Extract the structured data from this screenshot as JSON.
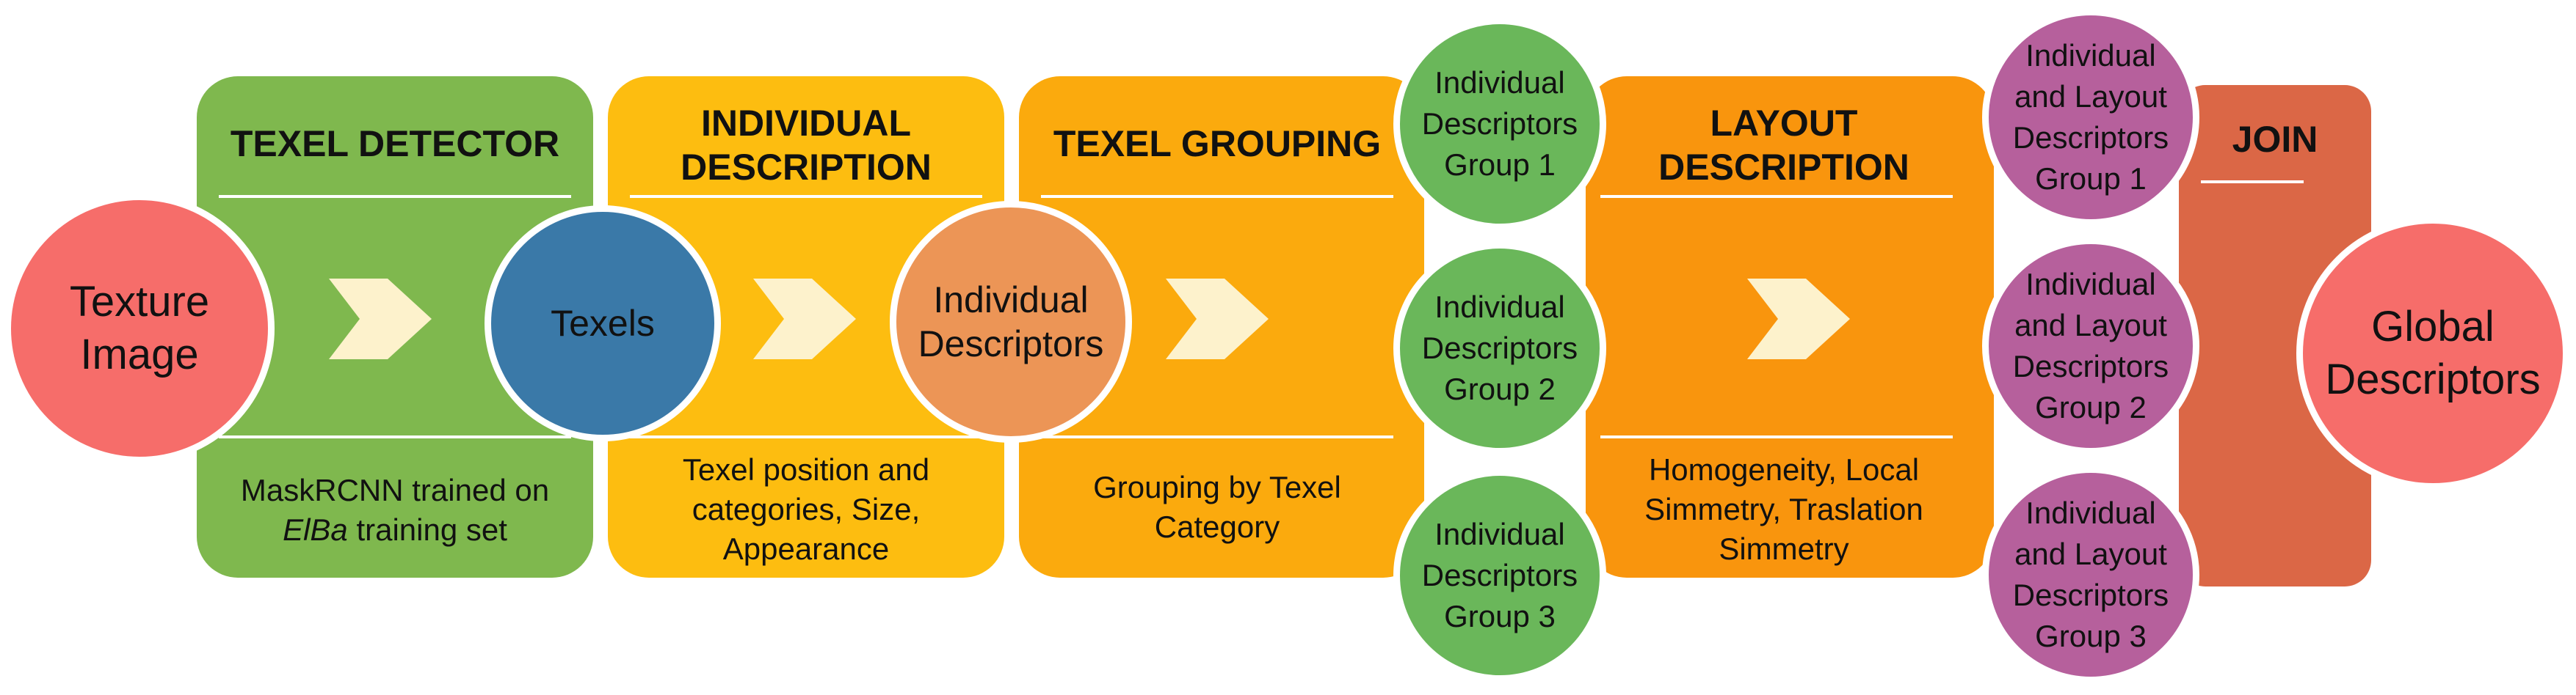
{
  "colors": {
    "texel_detector": "#7fb84e",
    "individual_description": "#fdbd10",
    "texel_grouping": "#fbaa0d",
    "layout_description": "#f9950d",
    "join": "#db6746",
    "texture_image": "#f66d6a",
    "texels": "#3a79a8",
    "individual_descriptors": "#ec9556",
    "group_green": "#6ab75a",
    "group_purple": "#b6609c",
    "global_descriptors": "#f66d6a",
    "arrow": "#fdf2cc"
  },
  "icons": {
    "arrow": "chevron-arrow-icon"
  },
  "stages": {
    "texel_detector": {
      "title": "TEXEL DETECTOR",
      "desc_line1": "MaskRCNN trained on",
      "desc_italic": "ElBa",
      "desc_line2_rest": " training set"
    },
    "individual_description": {
      "title": "INDIVIDUAL\nDESCRIPTION",
      "desc": "Texel position and\ncategories, Size,\nAppearance"
    },
    "texel_grouping": {
      "title": "TEXEL GROUPING",
      "desc": "Grouping by Texel\nCategory"
    },
    "layout_description": {
      "title": "LAYOUT\nDESCRIPTION",
      "desc": "Homogeneity, Local\nSimmetry, Traslation\nSimmetry"
    },
    "join": {
      "title": "JOIN"
    }
  },
  "nodes": {
    "texture_image": "Texture\nImage",
    "texels": "Texels",
    "individual_descriptors": "Individual\nDescriptors",
    "group1": "Individual\nDescriptors\nGroup 1",
    "group2": "Individual\nDescriptors\nGroup 2",
    "group3": "Individual\nDescriptors\nGroup 3",
    "layout_group1": "Individual\nand Layout\nDescriptors\nGroup 1",
    "layout_group2": "Individual\nand Layout\nDescriptors\nGroup 2",
    "layout_group3": "Individual\nand Layout\nDescriptors\nGroup 3",
    "global_descriptors": "Global\nDescriptors"
  }
}
